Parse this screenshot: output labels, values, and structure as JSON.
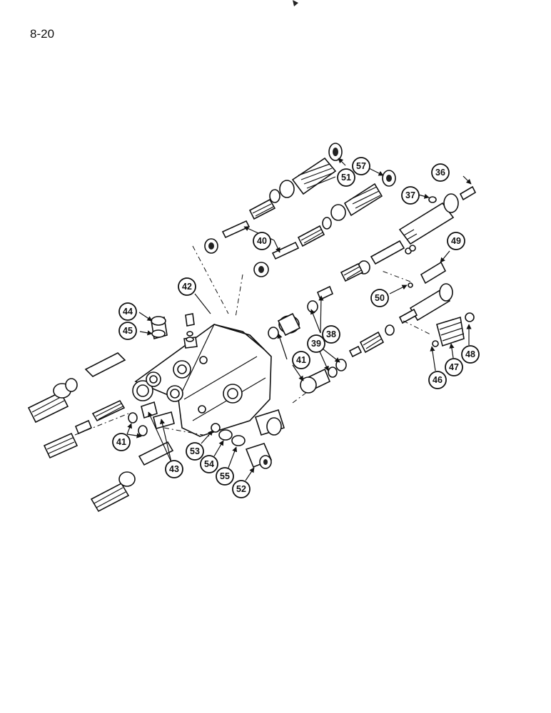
{
  "page_number": "8-20",
  "callouts": [
    "36",
    "37",
    "38",
    "39",
    "40",
    "41",
    "42",
    "43",
    "44",
    "45",
    "46",
    "47",
    "48",
    "49",
    "50",
    "51",
    "52",
    "53",
    "54",
    "55",
    "57"
  ]
}
